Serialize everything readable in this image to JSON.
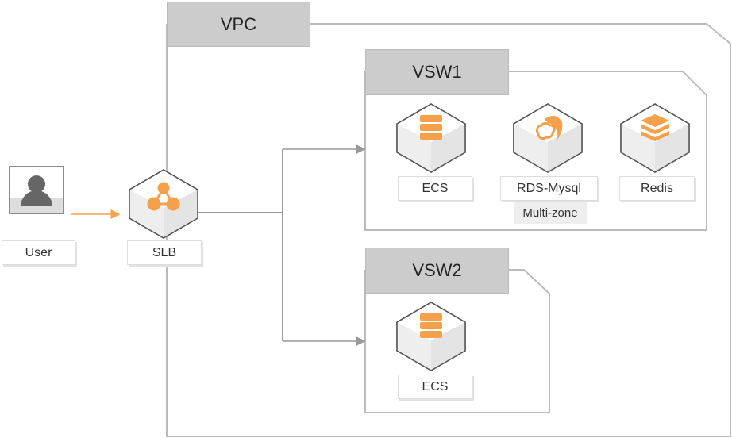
{
  "vpc": {
    "label": "VPC"
  },
  "vsw1": {
    "label": "VSW1",
    "nodes": [
      {
        "label": "ECS",
        "icon": "server-icon"
      },
      {
        "label": "RDS-Mysql",
        "icon": "mysql-dolphin-icon",
        "note": "Multi-zone"
      },
      {
        "label": "Redis",
        "icon": "redis-stack-icon"
      }
    ]
  },
  "vsw2": {
    "label": "VSW2",
    "nodes": [
      {
        "label": "ECS",
        "icon": "server-icon"
      }
    ]
  },
  "user": {
    "label": "User",
    "icon": "user-icon"
  },
  "slb": {
    "label": "SLB",
    "icon": "load-balancer-icon"
  },
  "colors": {
    "accent": "#f5a04a",
    "border": "#bbbbbb",
    "tab": "#cccccc",
    "line": "#999999"
  }
}
